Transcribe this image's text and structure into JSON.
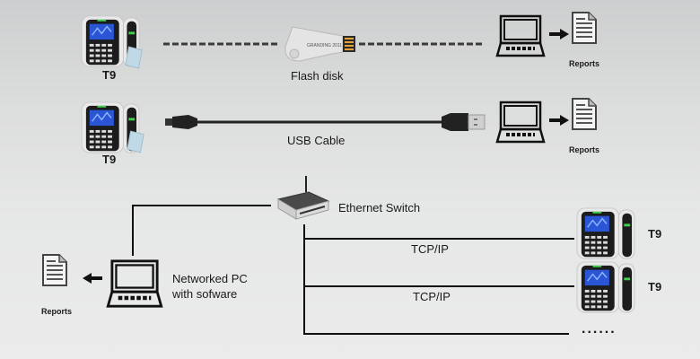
{
  "diagram": {
    "row1": {
      "device_label": "T9",
      "medium_label": "Flash disk",
      "flash_brand_text": "GRANDING 2011",
      "reports_label": "Reports"
    },
    "row2": {
      "device_label": "T9",
      "medium_label": "USB Cable",
      "reports_label": "Reports"
    },
    "network": {
      "switch_label": "Ethernet Switch",
      "pc_label_line1": "Networked PC",
      "pc_label_line2": "with  sofware",
      "reports_label": "Reports",
      "links": [
        {
          "protocol": "TCP/IP",
          "device_label": "T9"
        },
        {
          "protocol": "TCP/IP",
          "device_label": "T9"
        }
      ],
      "more_indicator": "......"
    }
  }
}
